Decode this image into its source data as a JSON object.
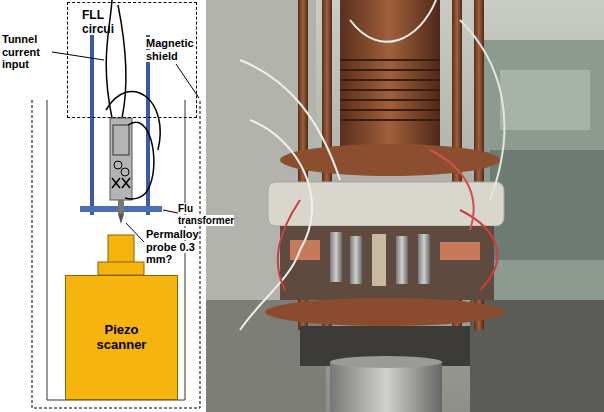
{
  "diagram": {
    "nodes": [
      {
        "text": [
          "FLL circui"
        ]
      },
      {
        "text": [
          "Piezo scanner"
        ]
      }
    ],
    "labels": [
      "Tunnel current input",
      "Magnetic shield",
      "Flu transformer",
      "Permalloy probe 0.3 mm?"
    ]
  }
}
